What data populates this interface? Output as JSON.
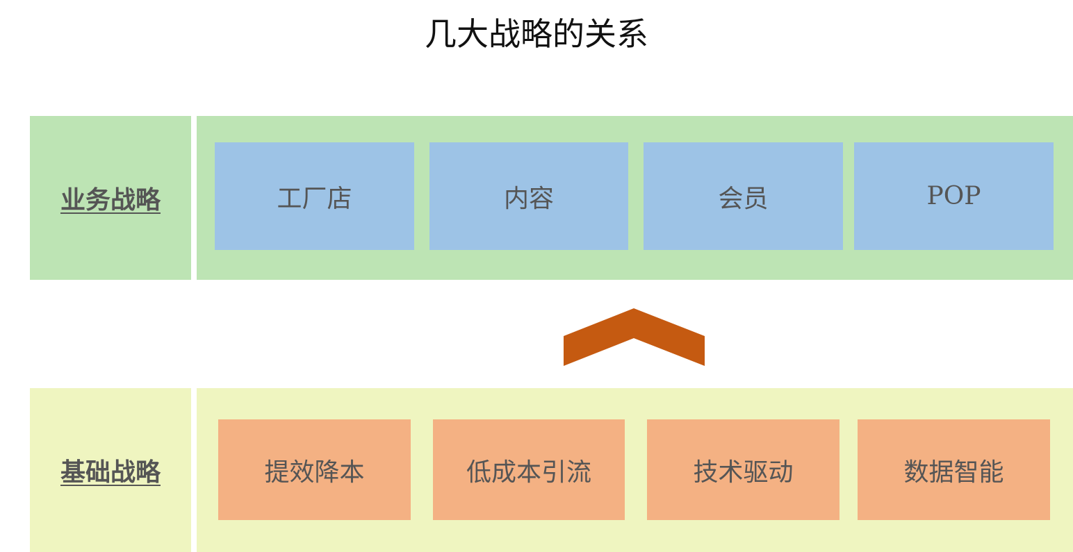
{
  "title": "几大战略的关系",
  "colors": {
    "top_band": "#bde4b4",
    "bottom_band": "#eff5c0",
    "top_box": "#9dc3e6",
    "bottom_box": "#f4b183",
    "arrow": "#c55a11"
  },
  "business": {
    "label": "业务战略",
    "items": [
      "工厂店",
      "内容",
      "会员",
      "POP"
    ]
  },
  "foundation": {
    "label": "基础战略",
    "items": [
      "提效降本",
      "低成本引流",
      "技术驱动",
      "数据智能"
    ]
  },
  "arrow_icon": "chevron-up-icon"
}
